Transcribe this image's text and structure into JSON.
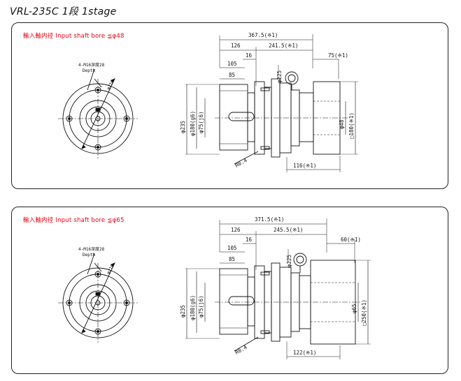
{
  "title": "VRL-235C 1段 1stage",
  "panels": [
    {
      "bore": "輸入軸内径 Input shaft bore ≦φ48",
      "holes": "4-M16深度28",
      "depth": "Depth",
      "pcd": "φ210",
      "dims": {
        "total": "367.5(※1)",
        "d126": "126",
        "d241": "241.5(※1)",
        "d16": "16",
        "d75": "75(※1)",
        "d105": "105",
        "d85": "85",
        "phi225": "φ225",
        "phi235": "φ235",
        "phi180": "φ180(g6)",
        "phi75": "φ75(j6)",
        "phi48": "φ48",
        "sq": "□180(※1)",
        "r": "R0.4",
        "d_bottom": "116(※1)"
      }
    },
    {
      "bore": "輸入軸内径 Input shaft bore ≦φ65",
      "holes": "4-M16深度28",
      "depth": "Depth",
      "pcd": "φ210",
      "dims": {
        "total": "371.5(※1)",
        "d126": "126",
        "d241": "245.5(※1)",
        "d16": "16",
        "d75": "60(※1)",
        "d105": "105",
        "d85": "85",
        "phi225": "φ225",
        "phi235": "φ235",
        "phi180": "φ180(g6)",
        "phi75": "φ75(j6)",
        "phi48": "φ65",
        "sq": "□250(※1)",
        "r": "R0.4",
        "d_bottom": "122(※1)"
      }
    }
  ]
}
